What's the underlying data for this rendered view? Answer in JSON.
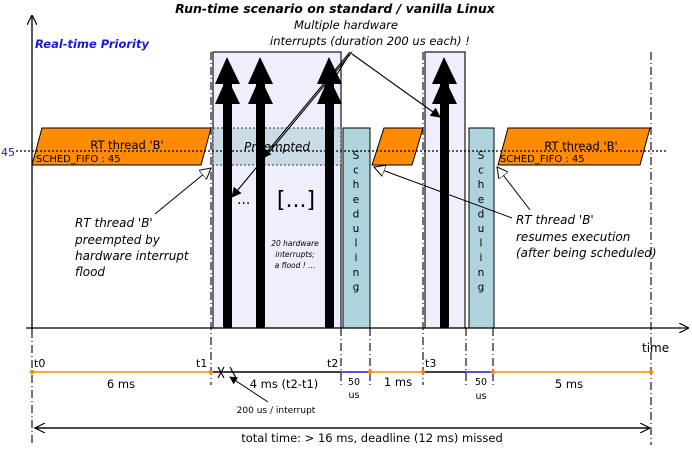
{
  "title": "Run-time scenario on standard / vanilla Linux",
  "priority_label": "Real-time Priority",
  "priority_level": "45",
  "interrupts_note": {
    "line1": "Multiple hardware",
    "line2": "interrupts (duration 200 us each) !"
  },
  "thread_left": {
    "name": "RT thread 'B'",
    "policy": "SCHED_FIFO : 45"
  },
  "thread_right": {
    "name": "RT thread 'B'",
    "policy": "SCHED_FIFO : 45"
  },
  "preempted_label": "Preempted",
  "ellipsis_small": "...",
  "ellipsis_big": "[...]",
  "flood_note": {
    "line1": "20 hardware",
    "line2": "interrupts;",
    "line3": "a flood ! ..."
  },
  "scheduling_label": "Scheduling",
  "annotation_left": {
    "line1": "RT thread 'B'",
    "line2": "preempted by",
    "line3": "hardware interrupt",
    "line4": "flood"
  },
  "annotation_right": {
    "line1": "RT thread 'B'",
    "line2": "resumes execution",
    "line3": "(after being scheduled)"
  },
  "time_axis_label": "time",
  "markers": [
    "t0",
    "t1",
    "t2",
    "t3"
  ],
  "durations": {
    "seg1": "6 ms",
    "seg2": "4 ms (t2-t1)",
    "seg3a": "50",
    "seg3b": "us",
    "seg4": "1 ms",
    "seg5a": "50",
    "seg5b": "us",
    "seg6": "5 ms"
  },
  "interrupt_note": "200 us / interrupt",
  "total_time": "total time: > 16 ms, deadline (12 ms) missed",
  "colors": {
    "thread_orange": "#ff8c00",
    "preempt_fill": "#eeeefc",
    "scheduling_fill": "#aed3dc",
    "interrupt_black": "#000000",
    "priority_blue": "#1a1adb",
    "timeline_blue": "#1a1adb",
    "timeline_orange": "#ff8c00"
  }
}
